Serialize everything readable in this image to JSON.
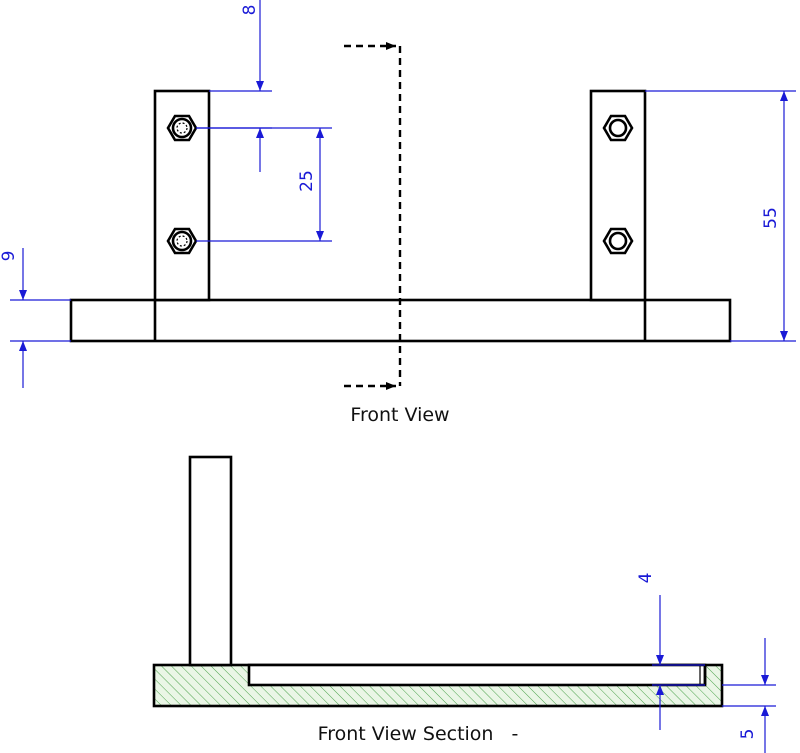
{
  "views": {
    "front_view_label": "Front View",
    "section_view_label": "Front View Section",
    "section_suffix": "-"
  },
  "dimensions": {
    "top_offset": "8",
    "hole_spacing": "25",
    "base_thickness": "9",
    "overall_height": "55",
    "slot_depth": "4",
    "section_thickness": "5"
  },
  "colors": {
    "dimension": "#1a1ad6",
    "hatch": "#3a9a3a",
    "outline": "#000000"
  }
}
